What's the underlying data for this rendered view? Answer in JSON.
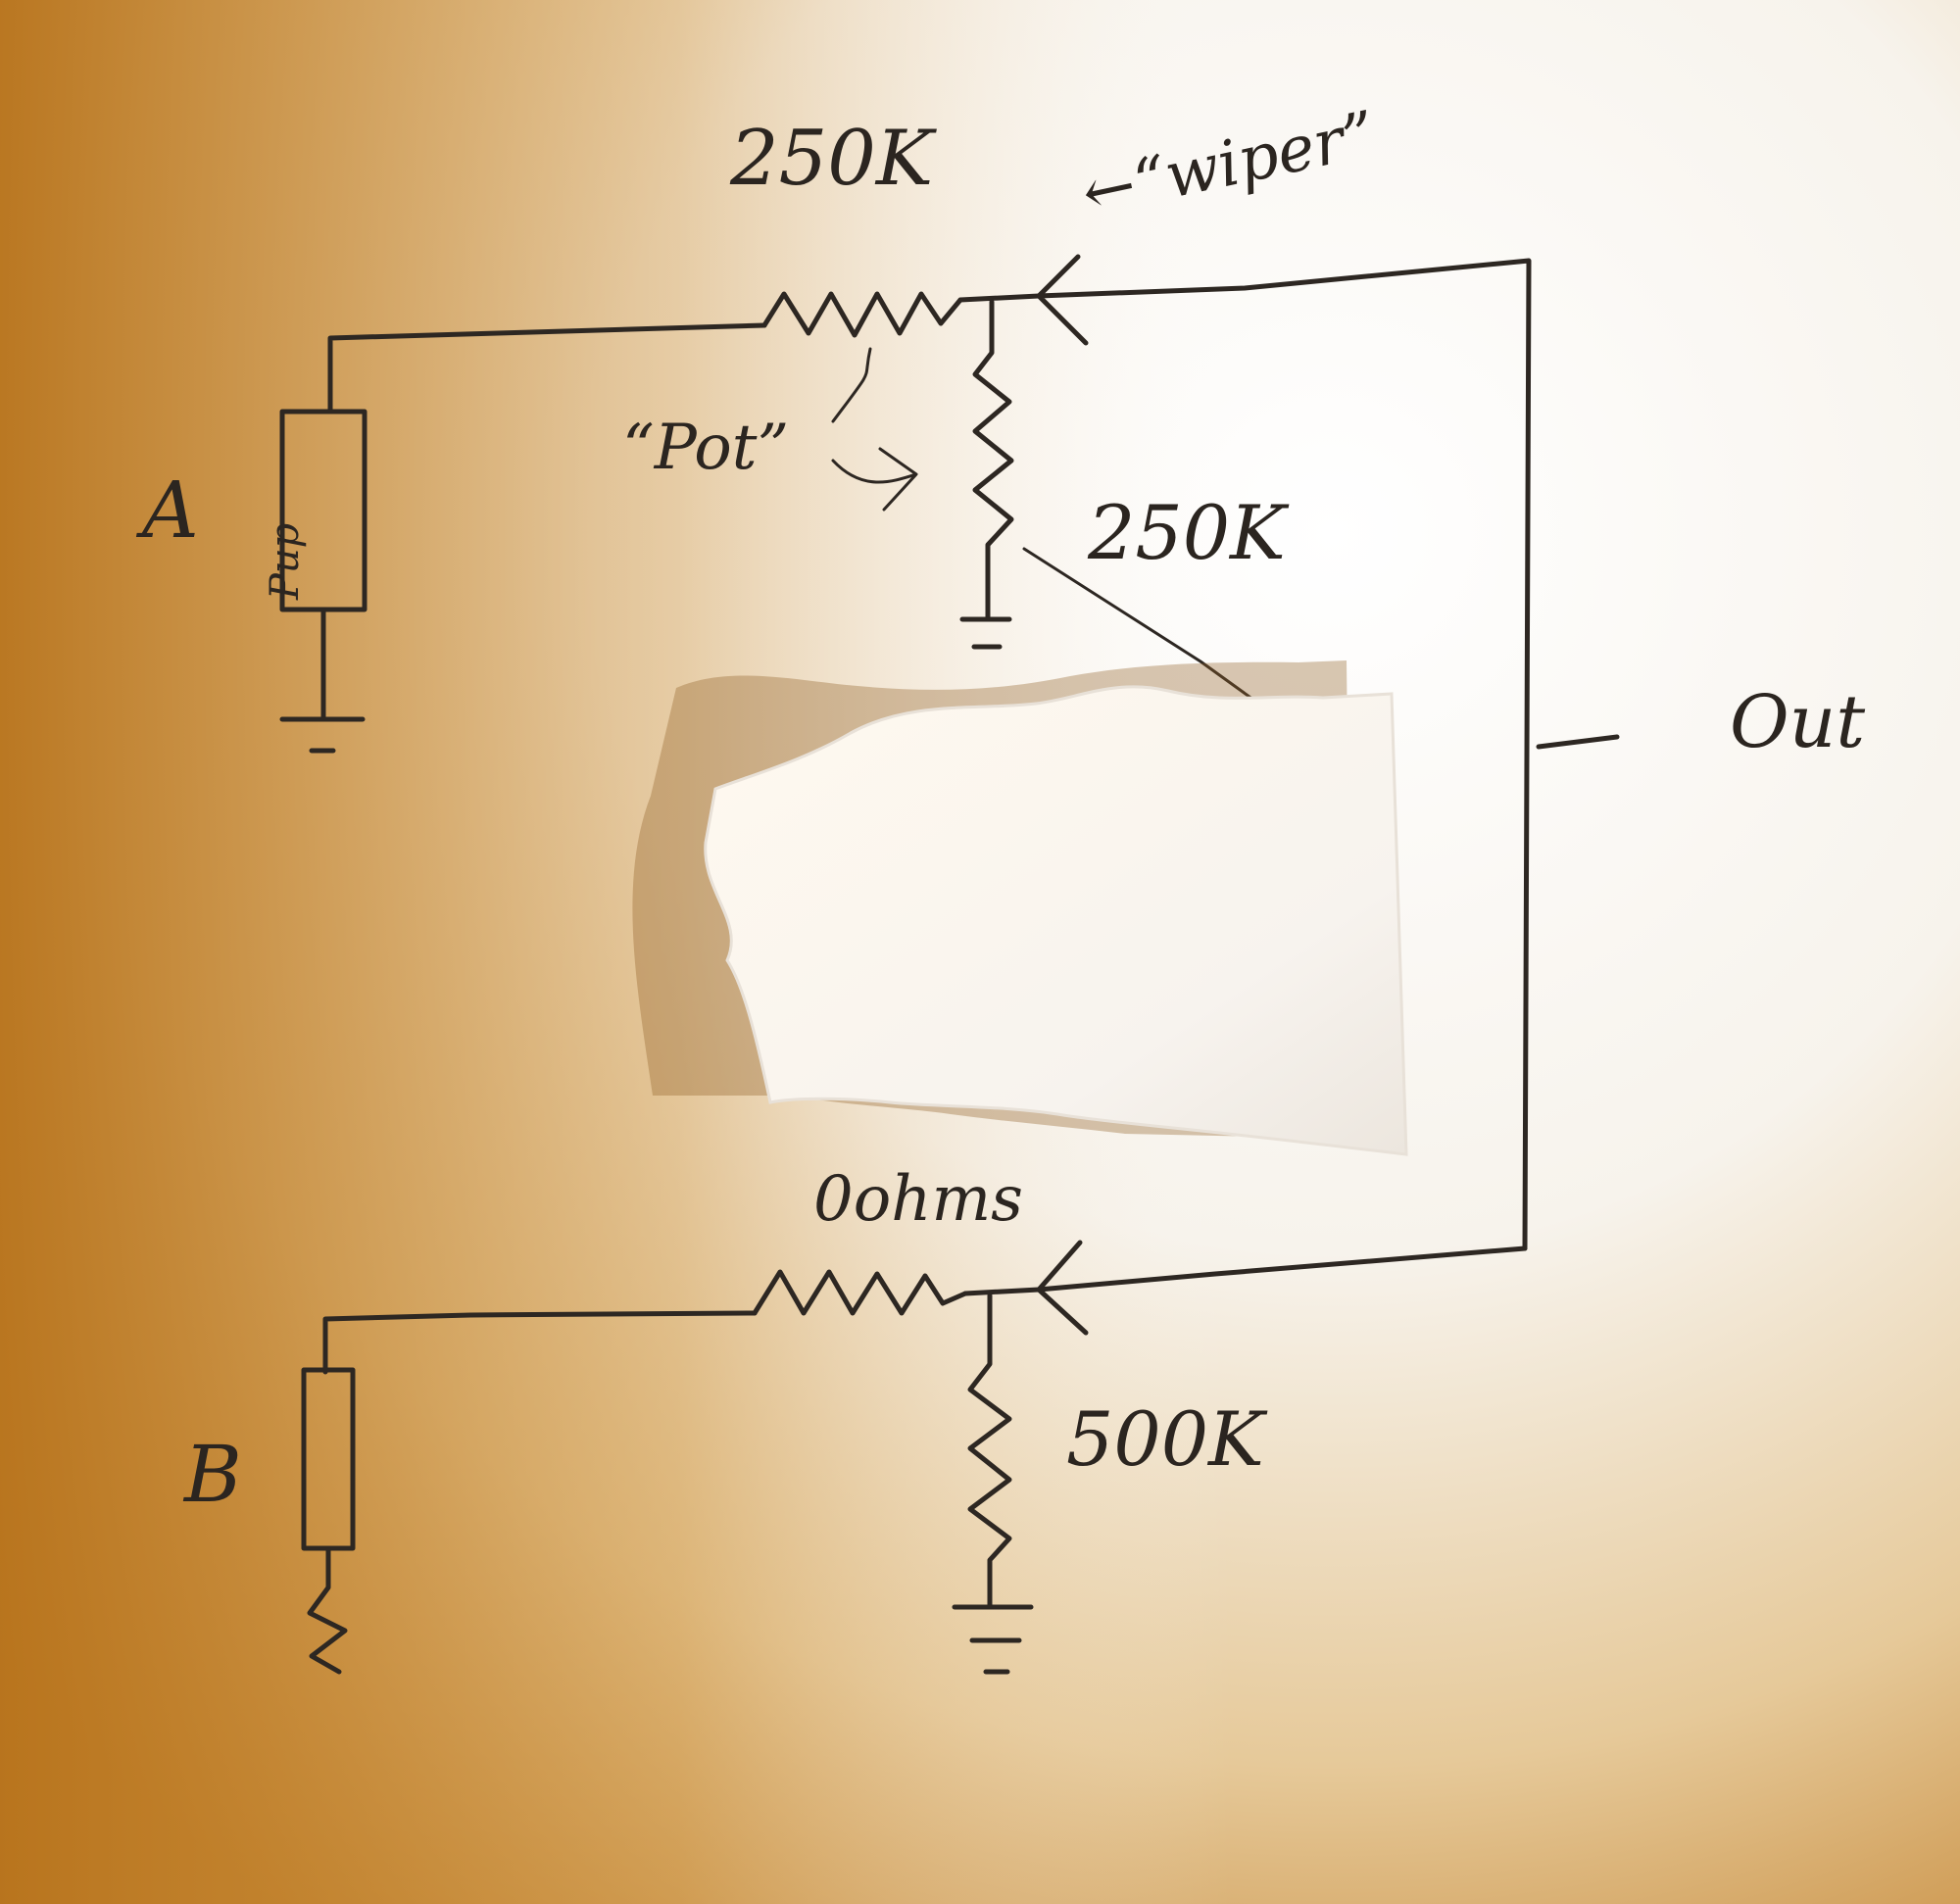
{
  "diagram": {
    "labels": {
      "resistor_a_top": "250K",
      "wiper_note": "←“wiper”",
      "pot_note": "“Pot”",
      "resistor_a_right": "250K",
      "pickup_a": "A",
      "pickup_text": "Pup",
      "output": "Out",
      "resistor_b_top": "0ohms",
      "resistor_b_right": "500K",
      "pickup_b": "B"
    },
    "colors": {
      "paper": "#f4f1ec",
      "warm_shadow": "#c88a2e",
      "ink": "#2d2722",
      "torn_paper": "#f8f5ef"
    }
  }
}
